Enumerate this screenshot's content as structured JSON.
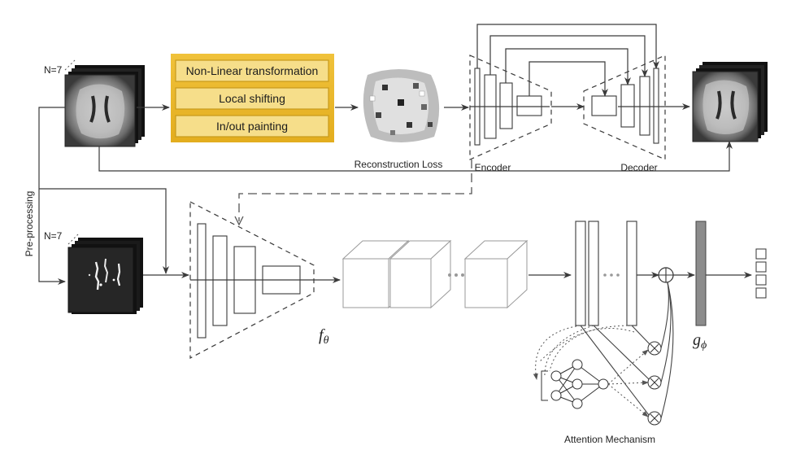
{
  "inputs": {
    "flair_count_label": "N=7",
    "mask_count_label": "N=7",
    "preprocessing_label": "Pre-processing"
  },
  "augmentations": {
    "items": [
      "Non-Linear transformation",
      "Local shifting",
      "In/out painting"
    ],
    "fill_color": "#f6de8a",
    "border_color": "#c79a1c",
    "panel_color": "#e9b92a"
  },
  "autoencoder": {
    "loss_label": "Reconstruction Loss",
    "encoder_label": "Encoder",
    "decoder_label": "Decoder"
  },
  "classifier": {
    "feature_extractor_symbol": "f",
    "feature_extractor_subscript": "θ",
    "head_symbol": "g",
    "head_subscript": "ϕ",
    "attention_label": "Attention Mechanism",
    "head_bar_color": "#8c8c8c"
  }
}
